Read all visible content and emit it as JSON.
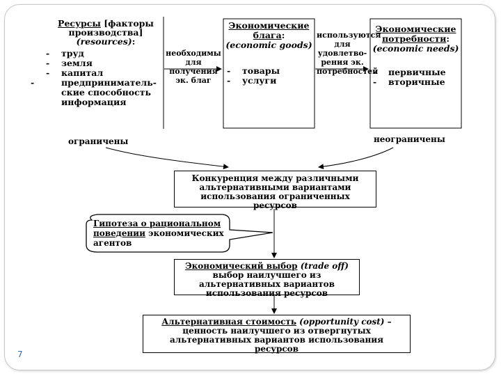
{
  "slide_number": "7",
  "resources": {
    "title": "Ресурсы",
    "title_rest": "[факторы производства]",
    "english": "(resources)",
    "colon": ":",
    "items": [
      "труд",
      "земля",
      "капитал",
      "предприниматель-ские способность",
      "информация"
    ]
  },
  "link_needed": "необходимы для получения эк. благ",
  "goods": {
    "title": "Экономические блага",
    "colon": ":",
    "english": "(economic goods)",
    "items": [
      "товары",
      "услуги"
    ]
  },
  "link_used": "используются для удовлетво-рения эк. потребностей",
  "needs": {
    "title": "Экономические потребности",
    "colon": ":",
    "english": "(economic needs)",
    "items": [
      "первичные",
      "вторичные"
    ]
  },
  "limited_label": "ограничены",
  "unlimited_label": "неограничены",
  "competition_box": "Конкуренция между различными альтернативными вариантами использования ограниченных ресурсов",
  "hypothesis": {
    "title": "Гипотеза о рациональном поведении",
    "rest": "экономических агентов"
  },
  "choice_box": {
    "title": "Экономический выбор",
    "english": "(trade off)",
    "text": "выбор наилучшего из альтернативных вариантов использования ресурсов"
  },
  "opportunity_box": {
    "title": "Альтернативная стоимость",
    "english": "(opportunity cost)",
    "text": "– ценность наилучшего из отвергнутых альтернативных вариантов использования ресурсов"
  },
  "colors": {
    "frame": "#c8c8c8",
    "slide_number": "#2a6db5",
    "spellcheck": "#cc0000"
  }
}
